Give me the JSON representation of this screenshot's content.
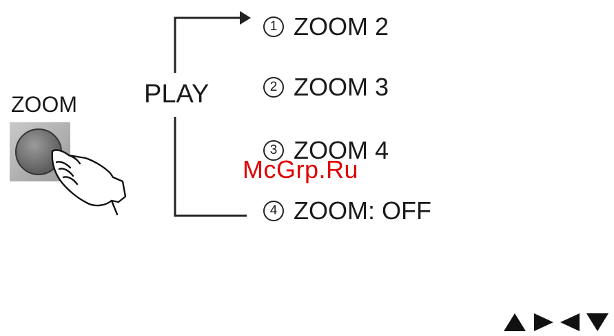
{
  "button": {
    "label": "ZOOM"
  },
  "flow": {
    "label": "PLAY"
  },
  "options": [
    {
      "num": "1",
      "text": "ZOOM 2"
    },
    {
      "num": "2",
      "text": "ZOOM 3"
    },
    {
      "num": "3",
      "text": "ZOOM 4"
    },
    {
      "num": "4",
      "text": "ZOOM: OFF"
    }
  ],
  "watermark": "McGrp.Ru",
  "nav_icons": [
    "up-triangle-icon",
    "right-triangle-icon",
    "left-triangle-icon",
    "down-triangle-icon"
  ]
}
